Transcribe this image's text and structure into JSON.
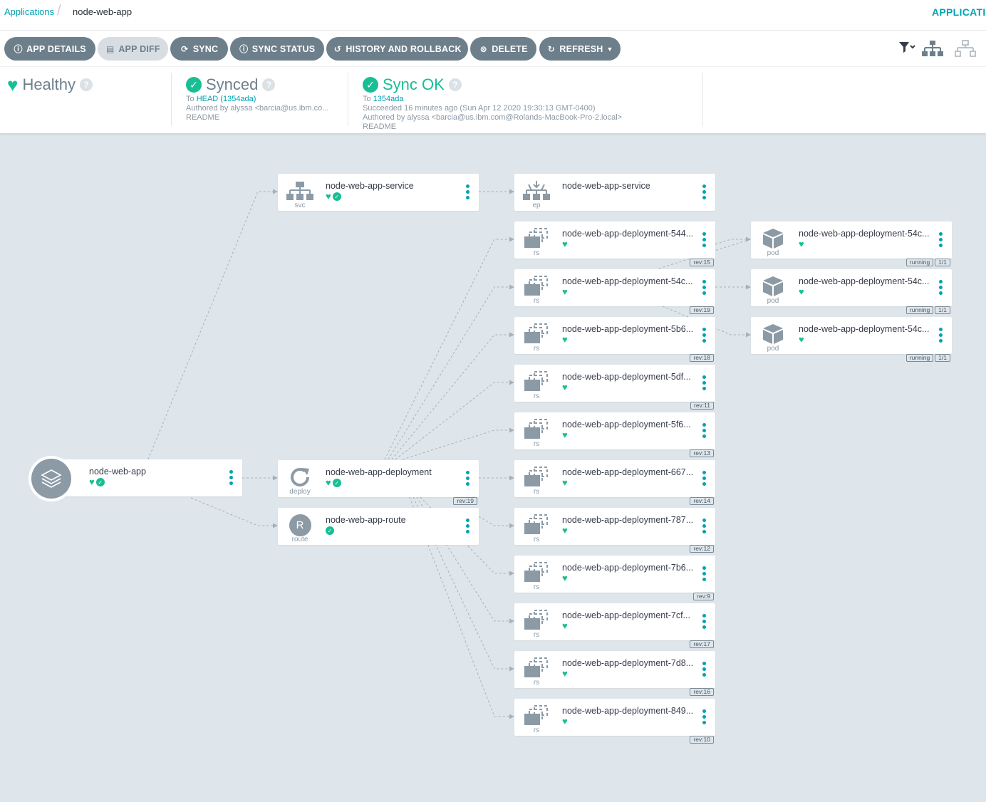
{
  "breadcrumb": {
    "root": "Applications",
    "current": "node-web-app"
  },
  "top_right_label": "APPLICATI",
  "toolbar": {
    "buttons": [
      {
        "label": "APP DETAILS",
        "icon": "info-icon"
      },
      {
        "label": "APP DIFF",
        "icon": "file-diff-icon",
        "disabled": true
      },
      {
        "label": "SYNC",
        "icon": "sync-icon"
      },
      {
        "label": "SYNC STATUS",
        "icon": "info-icon"
      },
      {
        "label": "HISTORY AND ROLLBACK",
        "icon": "history-icon"
      },
      {
        "label": "DELETE",
        "icon": "times-circle-icon"
      },
      {
        "label": "REFRESH",
        "icon": "redo-icon",
        "caret": true
      }
    ],
    "view_icons": [
      "filter-icon",
      "tree-view-icon",
      "network-view-icon"
    ]
  },
  "status": {
    "health": {
      "title": "Healthy"
    },
    "sync": {
      "title": "Synced",
      "to_prefix": "To ",
      "to_link": "HEAD (1354ada)",
      "author": "Authored by alyssa <barcia@us.ibm.co...",
      "readme": "README"
    },
    "operation": {
      "title": "Sync OK",
      "to_prefix": "To ",
      "to_link": "1354ada",
      "succeeded": "Succeeded 16 minutes ago (Sun Apr 12 2020 19:30:13 GMT-0400)",
      "author": "Authored by alyssa <barcia@us.ibm.com@Rolands-MacBook-Pro-2.local>",
      "readme": "README"
    }
  },
  "colors": {
    "accent": "#00a2b3",
    "healthy": "#18be94",
    "button": "#6d7f8b",
    "canvas": "#dee6eb"
  },
  "tree": {
    "app": {
      "name": "node-web-app"
    },
    "service": {
      "name": "node-web-app-service",
      "kind": "svc"
    },
    "endpoint": {
      "name": "node-web-app-service",
      "kind": "ep"
    },
    "deployment": {
      "name": "node-web-app-deployment",
      "kind": "deploy",
      "rev": "rev:19"
    },
    "route": {
      "name": "node-web-app-route",
      "kind": "route",
      "letter": "R"
    },
    "replicasets": [
      {
        "name": "node-web-app-deployment-544...",
        "kind": "rs",
        "rev": "rev:15"
      },
      {
        "name": "node-web-app-deployment-54c...",
        "kind": "rs",
        "rev": "rev:19"
      },
      {
        "name": "node-web-app-deployment-5b6...",
        "kind": "rs",
        "rev": "rev:18"
      },
      {
        "name": "node-web-app-deployment-5df...",
        "kind": "rs",
        "rev": "rev:11"
      },
      {
        "name": "node-web-app-deployment-5f6...",
        "kind": "rs",
        "rev": "rev:13"
      },
      {
        "name": "node-web-app-deployment-667...",
        "kind": "rs",
        "rev": "rev:14"
      },
      {
        "name": "node-web-app-deployment-787...",
        "kind": "rs",
        "rev": "rev:12"
      },
      {
        "name": "node-web-app-deployment-7b6...",
        "kind": "rs",
        "rev": "rev:9"
      },
      {
        "name": "node-web-app-deployment-7cf...",
        "kind": "rs",
        "rev": "rev:17"
      },
      {
        "name": "node-web-app-deployment-7d8...",
        "kind": "rs",
        "rev": "rev:16"
      },
      {
        "name": "node-web-app-deployment-849...",
        "kind": "rs",
        "rev": "rev:10"
      }
    ],
    "pods": [
      {
        "name": "node-web-app-deployment-54c...",
        "kind": "pod",
        "status": "running",
        "ready": "1/1"
      },
      {
        "name": "node-web-app-deployment-54c...",
        "kind": "pod",
        "status": "running",
        "ready": "1/1"
      },
      {
        "name": "node-web-app-deployment-54c...",
        "kind": "pod",
        "status": "running",
        "ready": "1/1"
      }
    ]
  }
}
